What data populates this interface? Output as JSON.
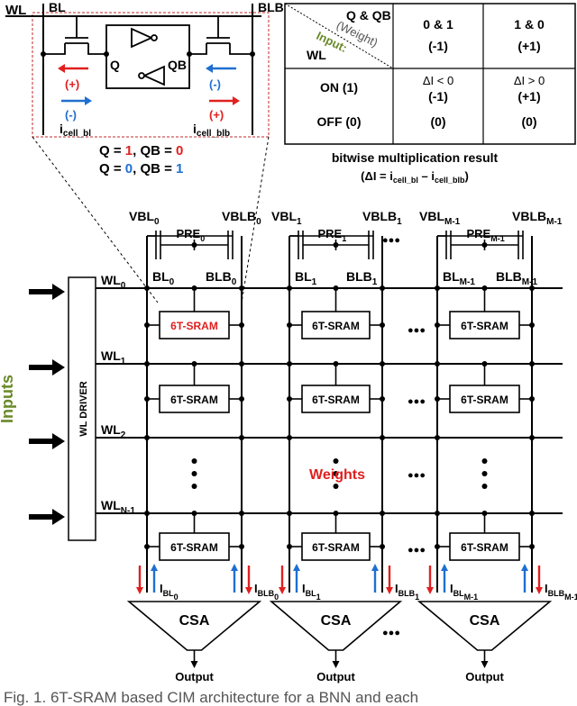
{
  "colors": {
    "line": "#000000",
    "red": "#e0201f",
    "blue": "#1f6fd0",
    "green": "#6a8a2a",
    "dashed_box": "#c0282c"
  },
  "inset": {
    "wl": "WL",
    "bl": "BL",
    "blb": "BLB",
    "q": "Q",
    "qb": "QB",
    "plus": "(+)",
    "minus": "(-)",
    "i_cell_bl": "i",
    "i_cell_bl_sub": "cell_bl",
    "i_cell_blb": "i",
    "i_cell_blb_sub": "cell_blb"
  },
  "q_lines": [
    {
      "q_label": "Q = ",
      "q_value": "1",
      "sep": ", QB = ",
      "qb_value": "0",
      "value_color": "red"
    },
    {
      "q_label": "Q = ",
      "q_value": "0",
      "sep": ", QB = ",
      "qb_value": "1",
      "value_color": "blue"
    }
  ],
  "table": {
    "corner_top": "Q & QB",
    "corner_top2": "(Weight)",
    "corner_left": "Input:",
    "corner_left2": "WL",
    "col_headers": [
      {
        "top": "0 & 1",
        "bottom": "(-1)"
      },
      {
        "top": "1 & 0",
        "bottom": "(+1)"
      }
    ],
    "rows": [
      {
        "label": "ON (1)",
        "cells": [
          {
            "top": "ΔI < 0",
            "bottom": "(-1)"
          },
          {
            "top": "ΔI > 0",
            "bottom": "(+1)"
          }
        ]
      },
      {
        "label": "OFF (0)",
        "cells": [
          {
            "top": "",
            "bottom": "(0)"
          },
          {
            "top": "",
            "bottom": "(0)"
          }
        ]
      }
    ],
    "caption": "bitwise multiplication result",
    "formula_prefix": "(ΔI = i",
    "formula_sub1": "cell_bl",
    "formula_mid": " – i",
    "formula_sub2": "cell_blb",
    "formula_suffix": ")"
  },
  "columns": [
    {
      "vbl": "VBL",
      "vbl_sub": "0",
      "vblb": "VBLB",
      "vblb_sub": "0",
      "pre": "PRE",
      "pre_sub": "0",
      "bl": "BL",
      "bl_sub": "0",
      "blb": "BLB",
      "blb_sub": "0",
      "ibl": "I",
      "ibl_sub": "BL",
      "ibl_sub2": "0",
      "iblb": "I",
      "iblb_sub": "BLB",
      "iblb_sub2": "0"
    },
    {
      "vbl": "VBL",
      "vbl_sub": "1",
      "vblb": "VBLB",
      "vblb_sub": "1",
      "pre": "PRE",
      "pre_sub": "1",
      "bl": "BL",
      "bl_sub": "1",
      "blb": "BLB",
      "blb_sub": "1",
      "ibl": "I",
      "ibl_sub": "BL",
      "ibl_sub2": "1",
      "iblb": "I",
      "iblb_sub": "BLB",
      "iblb_sub2": "1"
    },
    {
      "vbl": "VBL",
      "vbl_sub": "M-1",
      "vblb": "VBLB",
      "vblb_sub": "M-1",
      "pre": "PRE",
      "pre_sub": "M-1",
      "bl": "BL",
      "bl_sub": "M-1",
      "blb": "BLB",
      "blb_sub": "M-1",
      "ibl": "I",
      "ibl_sub": "BL",
      "ibl_sub2": "M-1",
      "iblb": "I",
      "iblb_sub": "BLB",
      "iblb_sub2": "M-1"
    }
  ],
  "rows": [
    {
      "wl": "WL",
      "wl_sub": "0"
    },
    {
      "wl": "WL",
      "wl_sub": "1"
    },
    {
      "wl": "WL",
      "wl_sub": "2"
    },
    {
      "wl": "WL",
      "wl_sub": "N-1"
    }
  ],
  "cell_label": "6T-SRAM",
  "wl_driver": "WL DRIVER",
  "inputs": "Inputs",
  "weights": "Weights",
  "csa": "CSA",
  "output": "Output",
  "ellipsis": "●●●",
  "caption": "Fig. 1. 6T-SRAM based CIM architecture for a BNN and each"
}
